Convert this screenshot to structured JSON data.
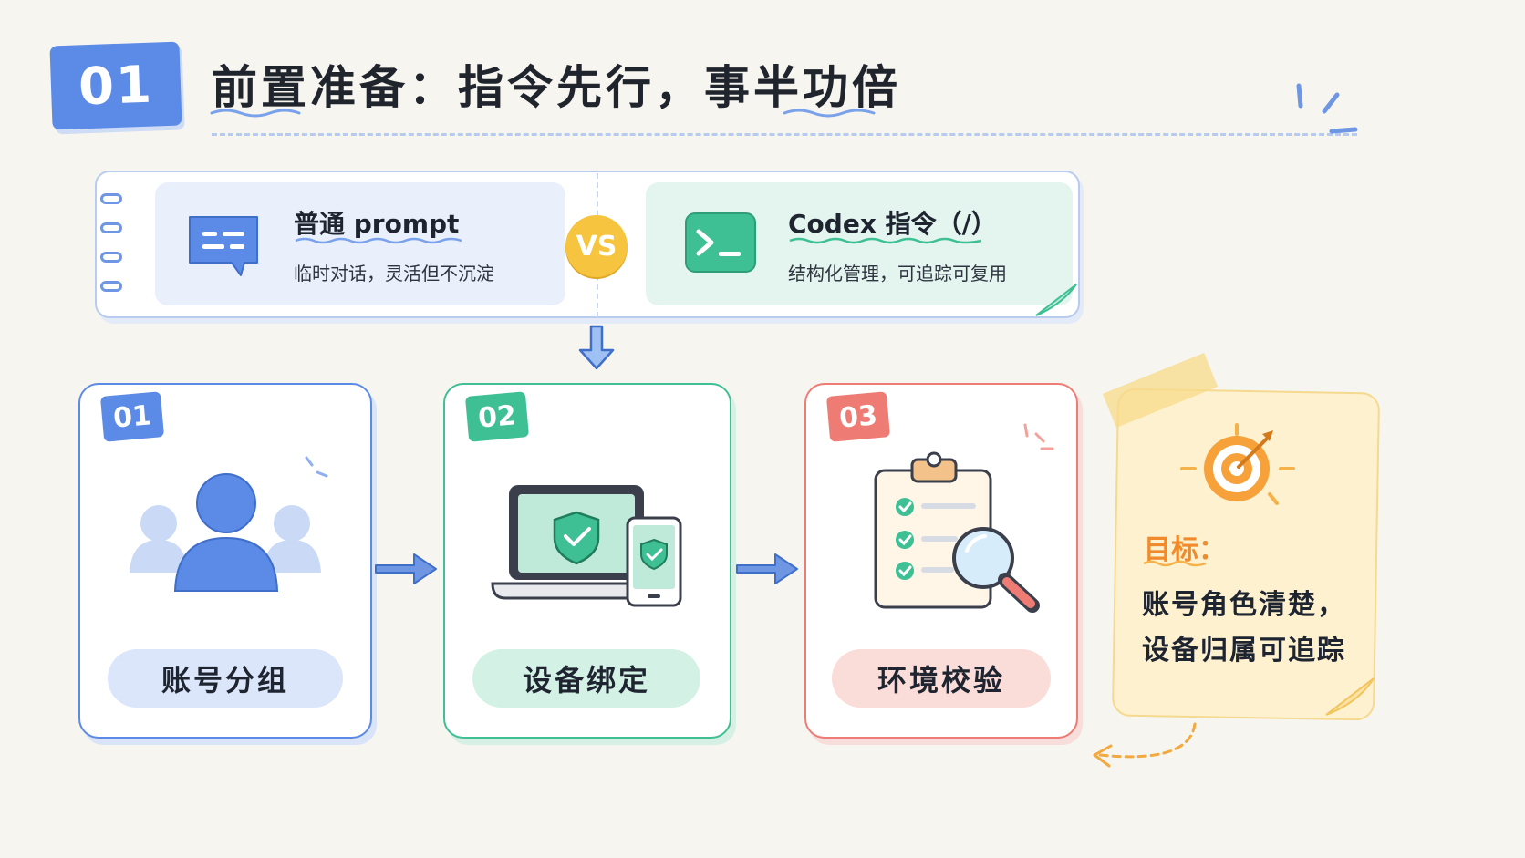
{
  "header": {
    "section_number": "01",
    "title": "前置准备：指令先行，事半功倍"
  },
  "compare": {
    "left": {
      "title": "普通 prompt",
      "subtitle": "临时对话，灵活但不沉淀",
      "icon": "chat-bubble-icon"
    },
    "vs_label": "VS",
    "right": {
      "title": "Codex 指令（/）",
      "subtitle": "结构化管理，可追踪可复用",
      "icon": "terminal-icon"
    }
  },
  "steps": [
    {
      "tag": "01",
      "label": "账号分组",
      "icon": "user-group-icon",
      "color": "#5b8be6"
    },
    {
      "tag": "02",
      "label": "设备绑定",
      "icon": "devices-shield-icon",
      "color": "#3fbf94"
    },
    {
      "tag": "03",
      "label": "环境校验",
      "icon": "clipboard-check-icon",
      "color": "#ee7b74"
    }
  ],
  "goal": {
    "label": "目标：",
    "line1": "账号角色清楚，",
    "line2": "设备归属可追踪",
    "icon": "target-icon"
  },
  "colors": {
    "blue": "#5b8be6",
    "green": "#3fbf94",
    "red": "#ee7b74",
    "yellow": "#f6c43f",
    "orange": "#f08a2b"
  }
}
